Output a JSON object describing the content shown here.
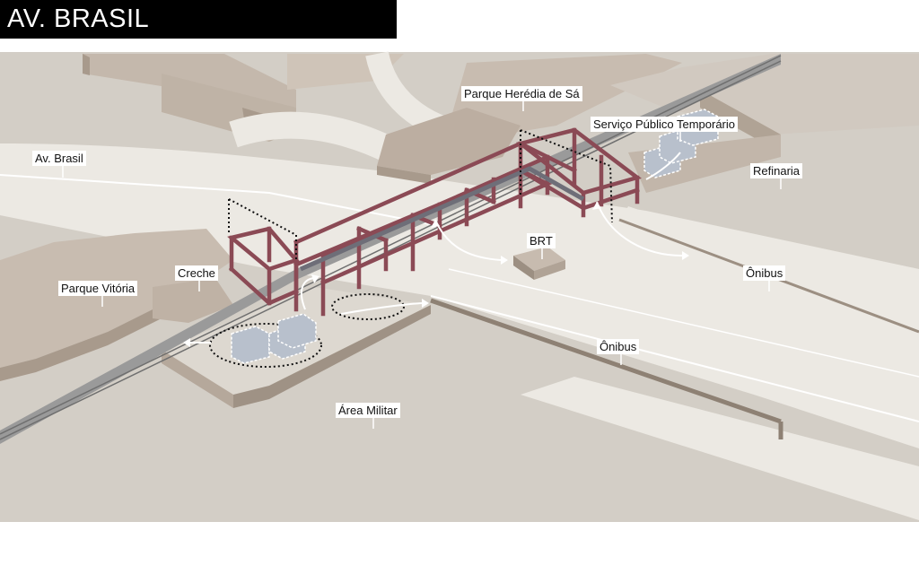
{
  "title": "AV. BRASIL",
  "labels": {
    "parque_heredia": "Parque Herédia de Sá",
    "servico_publico": "Serviço Público Temporário",
    "av_brasil": "Av. Brasil",
    "refinaria": "Refinaria",
    "brt": "BRT",
    "onibus_right": "Ônibus",
    "onibus_center": "Ônibus",
    "creche": "Creche",
    "parque_vitoria": "Parque Vitória",
    "area_militar": "Área Militar"
  },
  "colors": {
    "ground": "#d3cec6",
    "road": "#ece9e3",
    "building": "#c8bcb0",
    "building_shade": "#a89a8c",
    "structure": "#8b4a55",
    "module": "#b8c0cc"
  }
}
